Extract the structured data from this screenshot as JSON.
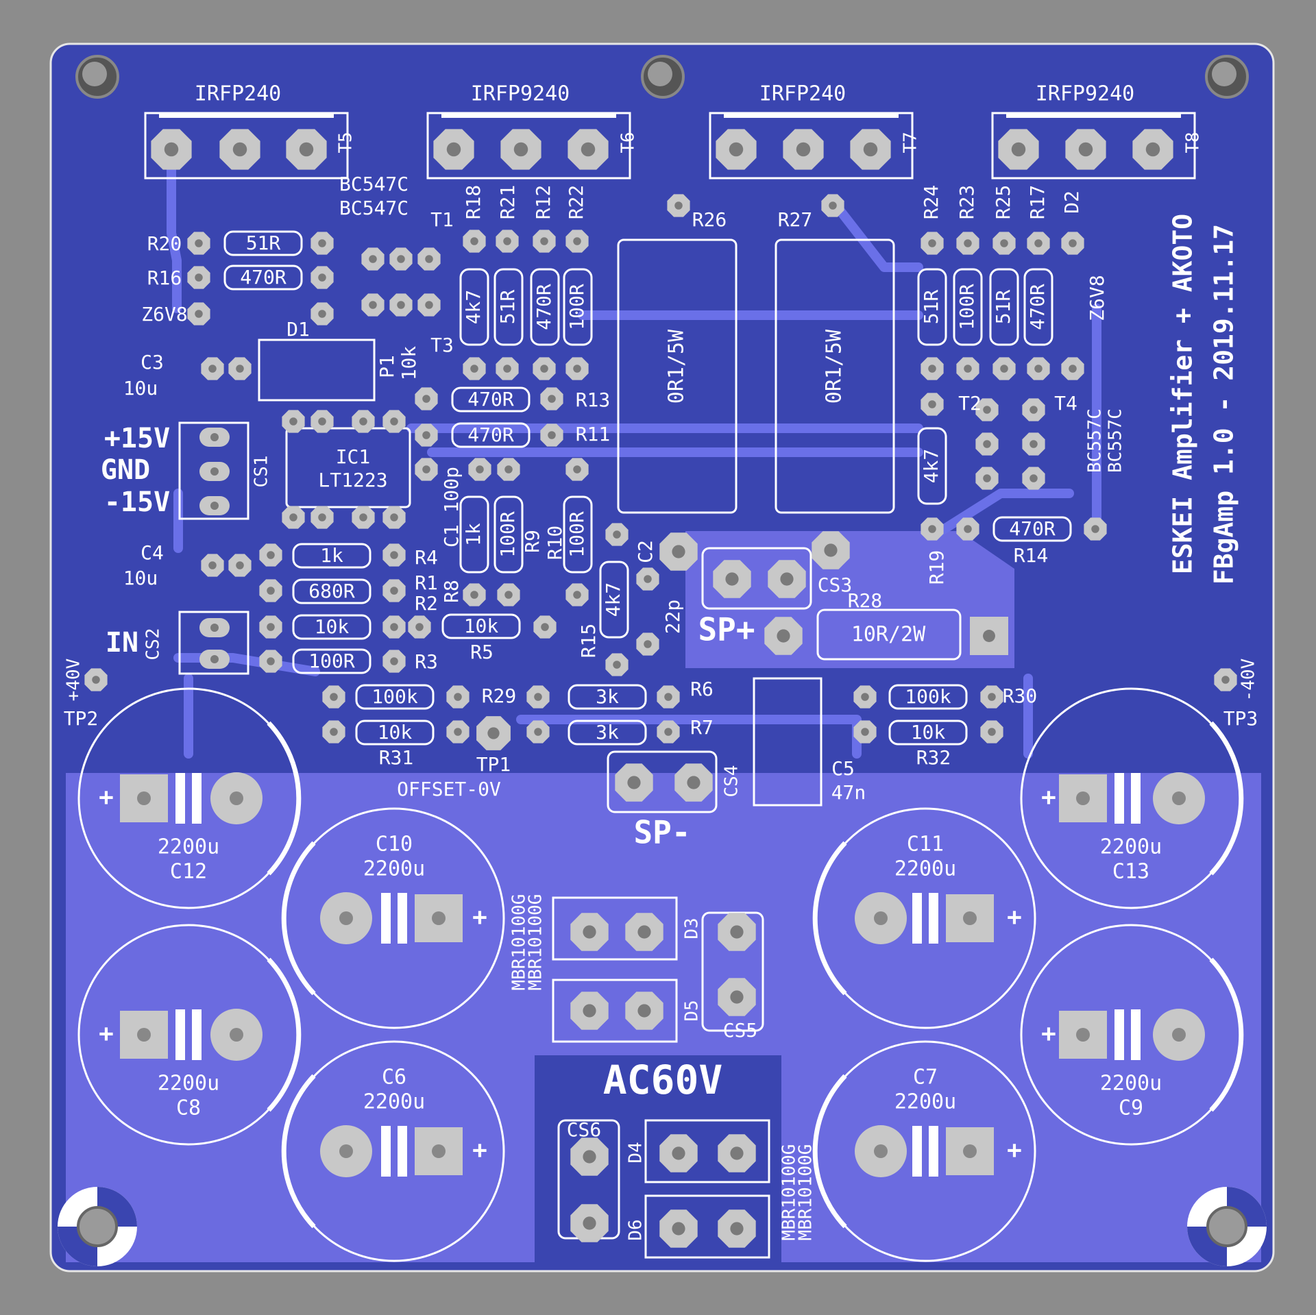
{
  "board": {
    "colors": {
      "background": "#8c8c8c",
      "board": "#3a45b0",
      "copper_fill": "#6b6be0",
      "trace": "#6a70e8",
      "silk": "#ffffff",
      "pad": "#c8c8c8",
      "outline": "#e6e6e6"
    },
    "branding": {
      "title_line1": "ESKEI Amplifier + AKOTO",
      "title_line2": "FBgAmp 1.0 - 2019.11.17"
    },
    "connector_labels": {
      "p15v": "+15V",
      "gnd": "GND",
      "m15v": "-15V",
      "in": "IN",
      "sp_plus": "SP+",
      "sp_minus": "SP-",
      "ac60v": "AC60V",
      "offset": "OFFSET-0V"
    },
    "transistors_top": [
      {
        "type": "IRFP240",
        "ref": "T5"
      },
      {
        "type": "IRFP9240",
        "ref": "T6"
      },
      {
        "type": "IRFP240",
        "ref": "T7"
      },
      {
        "type": "IRFP9240",
        "ref": "T8"
      }
    ],
    "labels": [
      {
        "t": "BC547C"
      },
      {
        "t": "BC547C"
      },
      {
        "t": "T1"
      },
      {
        "t": "T3"
      },
      {
        "t": "R18"
      },
      {
        "t": "R21"
      },
      {
        "t": "R12"
      },
      {
        "t": "R22"
      },
      {
        "t": "R26"
      },
      {
        "t": "R27"
      },
      {
        "t": "R24"
      },
      {
        "t": "R23"
      },
      {
        "t": "R25"
      },
      {
        "t": "R17"
      },
      {
        "t": "D2"
      },
      {
        "t": "R20"
      },
      {
        "t": "R16"
      },
      {
        "t": "Z6V8"
      },
      {
        "t": "D1"
      },
      {
        "t": "C3"
      },
      {
        "t": "10u"
      },
      {
        "t": "P1"
      },
      {
        "t": "10k"
      },
      {
        "t": "R13"
      },
      {
        "t": "R11"
      },
      {
        "t": "IC1"
      },
      {
        "t": "LT1223"
      },
      {
        "t": "CS1"
      },
      {
        "t": "C1 100p"
      },
      {
        "t": "R9"
      },
      {
        "t": "R10"
      },
      {
        "t": "C2"
      },
      {
        "t": "22p"
      },
      {
        "t": "R8"
      },
      {
        "t": "R15"
      },
      {
        "t": "R5"
      },
      {
        "t": "C4"
      },
      {
        "t": "10u"
      },
      {
        "t": "R4"
      },
      {
        "t": "R1"
      },
      {
        "t": "R2"
      },
      {
        "t": "R3"
      },
      {
        "t": "CS2"
      },
      {
        "t": "CS3"
      },
      {
        "t": "R28"
      },
      {
        "t": "T2"
      },
      {
        "t": "T4"
      },
      {
        "t": "BC557C"
      },
      {
        "t": "BC557C"
      },
      {
        "t": "Z6V8"
      },
      {
        "t": "R14"
      },
      {
        "t": "R19"
      },
      {
        "t": "+40V"
      },
      {
        "t": "TP2"
      },
      {
        "t": "-40V"
      },
      {
        "t": "TP3"
      },
      {
        "t": "R29"
      },
      {
        "t": "R31"
      },
      {
        "t": "TP1"
      },
      {
        "t": "R6"
      },
      {
        "t": "R7"
      },
      {
        "t": "CS4"
      },
      {
        "t": "C5"
      },
      {
        "t": "47n"
      },
      {
        "t": "R30"
      },
      {
        "t": "R32"
      },
      {
        "t": "D3"
      },
      {
        "t": "D5"
      },
      {
        "t": "CS5"
      },
      {
        "t": "CS6"
      },
      {
        "t": "D4"
      },
      {
        "t": "D6"
      },
      {
        "t": "MBR10100G"
      },
      {
        "t": "MBR10100G"
      },
      {
        "t": "MBR10100G"
      },
      {
        "t": "MBR10100G"
      }
    ],
    "resistor_values": [
      {
        "t": "51R"
      },
      {
        "t": "470R"
      },
      {
        "t": "4k7"
      },
      {
        "t": "51R"
      },
      {
        "t": "470R"
      },
      {
        "t": "100R"
      },
      {
        "t": "0R1/5W"
      },
      {
        "t": "0R1/5W"
      },
      {
        "t": "51R"
      },
      {
        "t": "100R"
      },
      {
        "t": "51R"
      },
      {
        "t": "470R"
      },
      {
        "t": "470R"
      },
      {
        "t": "470R"
      },
      {
        "t": "4k7"
      },
      {
        "t": "470R"
      },
      {
        "t": "1k"
      },
      {
        "t": "100R"
      },
      {
        "t": "100R"
      },
      {
        "t": "4k7"
      },
      {
        "t": "1k"
      },
      {
        "t": "680R"
      },
      {
        "t": "10k"
      },
      {
        "t": "100R"
      },
      {
        "t": "10k"
      },
      {
        "t": "10R/2W"
      },
      {
        "t": "100k"
      },
      {
        "t": "10k"
      },
      {
        "t": "3k"
      },
      {
        "t": "3k"
      },
      {
        "t": "100k"
      },
      {
        "t": "10k"
      }
    ],
    "capacitors_big": [
      {
        "value": "2200u",
        "ref": "C12"
      },
      {
        "value": "2200u",
        "ref": "C8"
      },
      {
        "ref": "C10",
        "value": "2200u"
      },
      {
        "ref": "C6",
        "value": "2200u"
      },
      {
        "ref": "C11",
        "value": "2200u"
      },
      {
        "ref": "C7",
        "value": "2200u"
      },
      {
        "value": "2200u",
        "ref": "C13"
      },
      {
        "value": "2200u",
        "ref": "C9"
      }
    ],
    "polarity_mark": "+"
  }
}
